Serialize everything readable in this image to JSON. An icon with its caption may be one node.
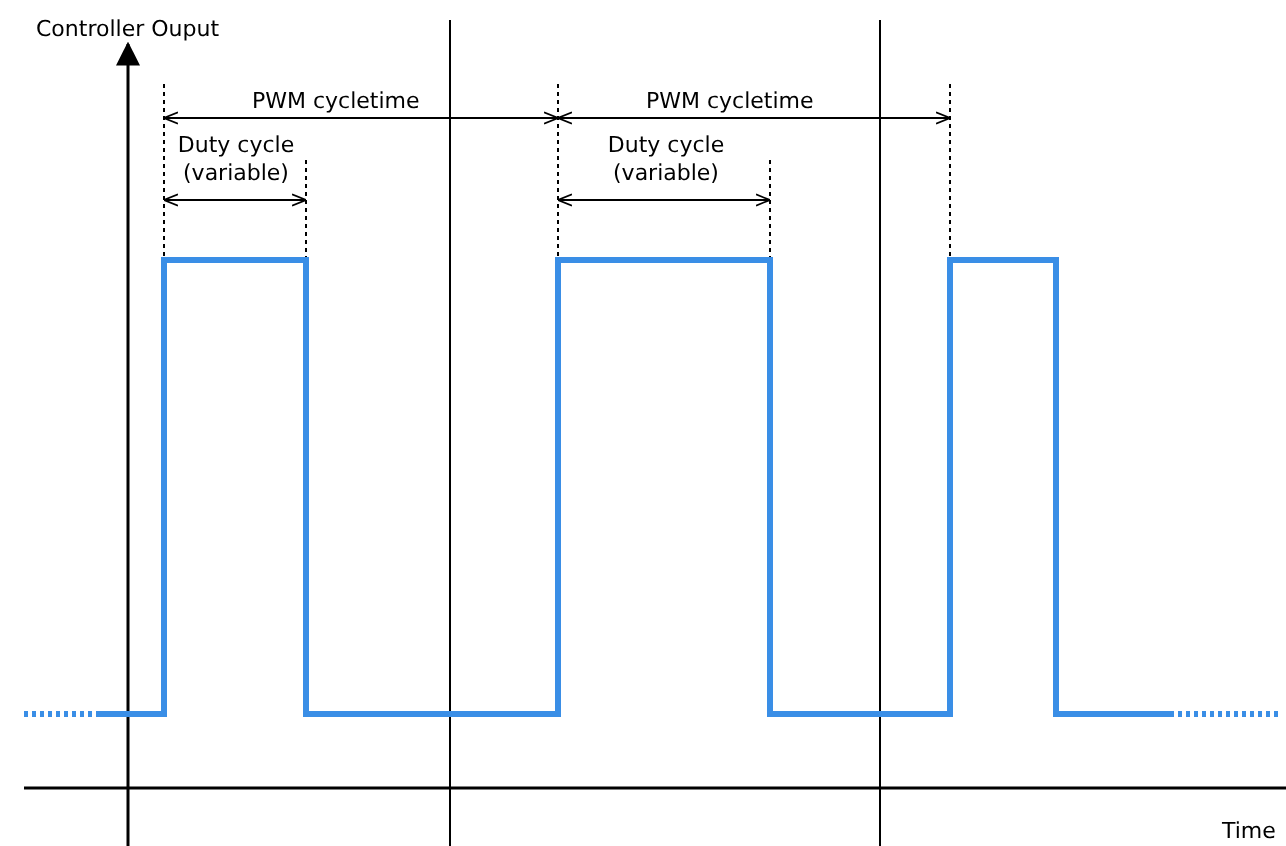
{
  "diagram": {
    "labels": [
      "Controller Ouput",
      "PWM cycletime",
      "PWM cycletime",
      "Duty cycle (variable)",
      "Duty cycle (variable)",
      "Time"
    ]
  }
}
